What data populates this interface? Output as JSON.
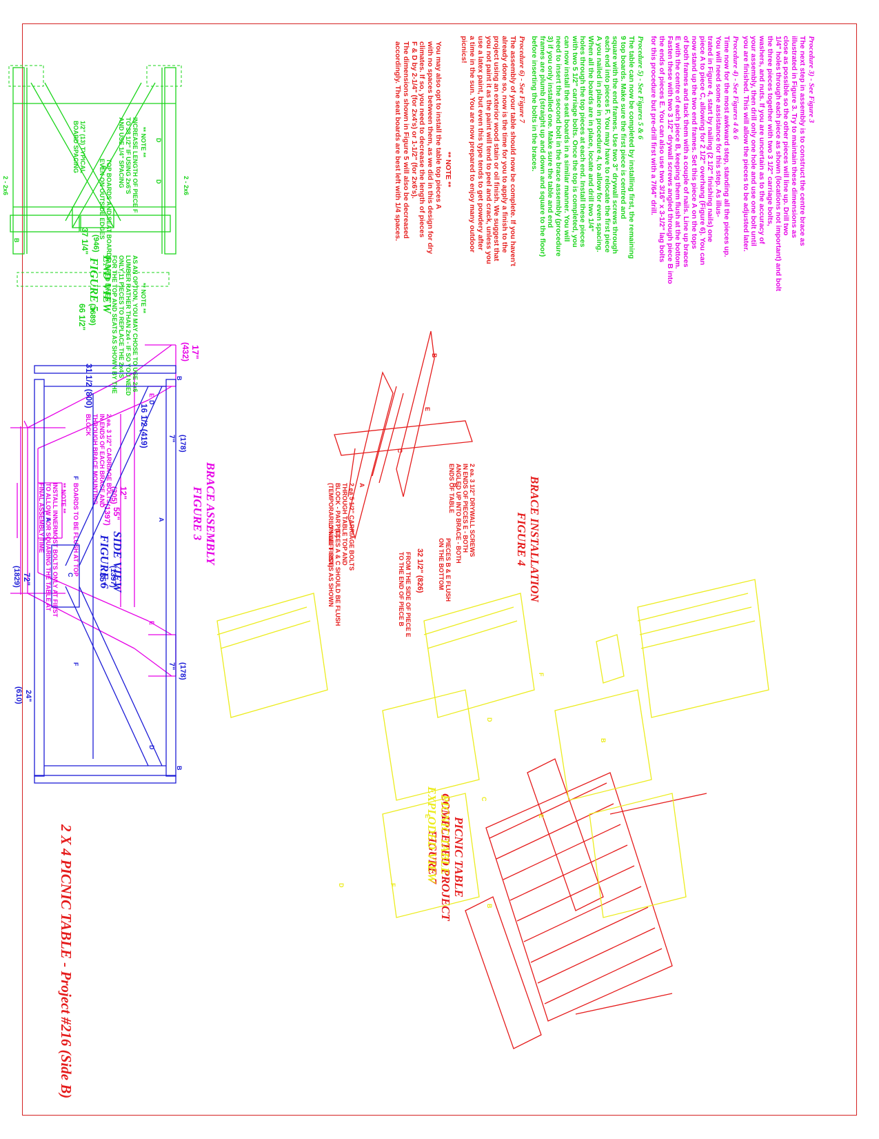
{
  "title": "2 X 4 PICNIC TABLE - Project #216 (Side B)",
  "colors": {
    "border": "#d42020",
    "magenta": "#e600e6",
    "green": "#19d419",
    "red": "#e51b1b",
    "blue": "#1b1bd6",
    "yellow": "#ecec1e"
  },
  "procedures": {
    "p3_head": "Procedure 3) - See Figure 3",
    "p3_text": "The next step in assembly is to construct the centre brace as\nillustrated in Figure 3. Try to maintain these dimensions as\nclose as possible so the other pieces will line up. Drill two\n1/4\" holes through each piece as shown (locations not important) and bolt\nthe three pieces together with two 3 1/2\" carriage bolts,\nwashers, and nuts. If you are uncertain as to the accuracy of\nyour assembly, then drill only one hole and use one bolt until\nyou are finished. This will allow the pieces to be adjusted later.",
    "p4_head": "Procedure 4) - See Figures 4 & 6",
    "p4_text": "Time now for the most awkward step, standing all the pieces up.\nYou will need some assistance for this step. As illus-\ntrated in Figure 4, start by nailing (2 1/2\" finishing nails) one\npiece A to piece C, allowing for 2 1/2\" overhang (Figure 6). You can\nnow stand up the two end frames. Set this piece A on the tops\nof both frames and tack them with a couple of nails. Line up braces\nE with the centre of each piece B, keeping them flush at the bottom.\nFasten these with two 3 1/2\" drywall screws angled through piece B into\nthe ends of pieces E. You can also use two 3/16\" x 3-1/2\" lag bolts\nfor this procedure but pre-drill first with a 7/64\" drill.",
    "p5_head": "Procedure 5) - See Figures 5 & 6",
    "p5_text": "The table can now be completed by installing first, the remaining\n9 top boards. Make sure the first piece is centred and\nsquare with the end frames. Use two 3\" drywall screws through\neach end into pieces F. You may have to relocate the first piece\nA you nailed in place in procedure 4, to allow for even spacing.\nWhen all the boards are in place, locate and drill two 1/4\"\nholes through the top pieces at each end. Install these pieces\nwith two 5 1/2\" carriage bolts. Once the top is completed, you\ncan now install the seat boards in a similar manner. You will\nneed to insert the second bolt in the brace assembly (procedure\n3) if you only installed one. Make sure the table and end\nframes are plumb (straight up and down and square to the floor)\nbefore inserting the bolts in the braces.",
    "p6_head": "Procedure 6) - See Figure 7",
    "p6_text": "The assembly of your table should now be complete. If you haven't\nalready done so, now is the time for you to apply a finish to the\nproject using an exterior wood stain or oil finish. We suggest that\nyou not paint it as the paint will tend to peel and crack, unless you\nuse a latex paint, but even this type tends to get powdery after\na time in the sun. You are now prepared to enjoy many outdoor\npicnics!",
    "note_head": "** NOTE **",
    "note_text": "You may also opt to install the table top pieces A\nwith no spaces between them, as we did in this design for dry\nclimates. If so, you need to decrease the length of pieces\nF & D by 2-1/4\" (for 2x4's) or 1-1/2\" (for 2x6's).\nThe dimensions shown in Figure 5 will also be decreased\naccordingly. The seat boards are best left with 1/4 spaces."
  },
  "fig3": {
    "label": "BRACE ASSEMBLY\nFIGURE 3",
    "dim_top": "17\"",
    "dim_top_mm": "(432)",
    "dim_mid": "12\"",
    "dim_mid_mm": "(305)",
    "dim_bottom": "55\"",
    "dim_bottom_mm": "(1397)",
    "callout_bolts": "2 ea. 3 1/2\" CARRIAGE BOLTS\nIN ENDS OF EACH BRACE AND\nTHROUGH BRACE MOUNTING\nBLOCK",
    "callout_flush": "BOARDS TO BE FLUSH AT TOP",
    "note_head": "** NOTE **",
    "note_text": "INSTALL INNERMOST BOLTS ONLY AT FIRST\nTO ALLOW FOR SQUARING THE TABLE AT\nFINAL ASSEMBLY TIME",
    "part_e1": "E",
    "part_e2": "E",
    "part_c": "C"
  },
  "fig4": {
    "label": "BRACE INSTALLATION\nFIGURE 4",
    "callout_carriage": "2 ea 5 1/2\" CARRIAGE BOLTS\nTHROUGH TABLE TOP AND\nBLOCK - PART (C)\n(TEMPORARILY NAIL FIRST)",
    "callout_drywall": "2 ea. 3 1/2\" DRYWALL SCREWS\nIN ENDS OF PIECES E - BOTH\nANGLED UP INTO BRACE - BOTH\nENDS OF TABLE",
    "callout_flushA": "PIECES A & C SHOULD BE FLUSH\nON LEFT SIDES AS SHOWN",
    "callout_flushB": "PIECES B & E FLUSH\nON THE BOTTOM",
    "dim": "32 1/2\" (826)",
    "dim_note": "FROM THE SIDE OF PIECE E\nTO THE END OF PIECE B",
    "part_b1": "B",
    "part_b2": "B",
    "part_e": "E",
    "part_c": "C",
    "part_a": "A"
  },
  "fig5": {
    "label": "END VIEW\nFIGURE 5",
    "note1_head": "** NOTE **",
    "note1_text": "INCREASE LENGTH OF PIECE F\nTO 38 1/2\" IF USING 2x6'S\nAND USE 1/4\" SPACING",
    "note2_head": "** NOTE **",
    "note2_text": "AS AN OPTION, YOU MAY CHOSE TO USE 2x6\nLUMBER RATHER THAN 2x4 - IF SO YOU NEED\nONLY 11 PIECES TO REPLACE THE 2x4'S\nFOR THE TOP AND SEATS AS SHOWN BY THE\nDASHED LINES",
    "dim_top": "37 1/4\"",
    "dim_top_mm": "(946)",
    "callout_top": "TOP BOARDS AND SEAT BOARDS\nEVEN ON OUTSIDE EDGES",
    "spacing": "1/2\" (13) TYPICAL\nBOARD SPACING",
    "dim_overall": "66 1/2\"",
    "dim_overall_mm": "(1689)",
    "pieces_l": "2 - 2x6",
    "pieces_r": "2 - 2x6",
    "part_b": "B",
    "part_d1": "D",
    "part_d2": "D",
    "part_f": "F"
  },
  "fig6": {
    "label": "SIDE VIEW\nFIGURE 6",
    "dim_a": "31 1/2 (800)",
    "dim_b": "16 1/2 (419)",
    "dim_c": "7\"",
    "dim_c_mm": "(178)",
    "dim_d": "7\"",
    "dim_d_mm": "(178)",
    "dim_len": "72\"",
    "dim_len_mm": "(1829)",
    "dim_inner": "55\"",
    "dim_inner_mm": "(1397)",
    "dim_over": "24\"",
    "dim_over_mm": "(610)",
    "part_a1": "A",
    "part_a2": "A",
    "part_c": "C",
    "part_d1": "D",
    "part_d2": "D",
    "part_f1": "F",
    "part_f2": "F",
    "part_b1": "B",
    "part_b2": "B"
  },
  "fig7": {
    "label": "PICNIC TABLE\nCOMPLETED PROJECT\nFIGURE 7"
  },
  "exploded": {
    "label": "PICNIC TABLE\nEXPLODED VIEW",
    "part_f1": "F",
    "part_d1": "D",
    "part_b1": "B",
    "part_e1": "E",
    "part_e2": "E",
    "part_c": "C",
    "part_b2": "B",
    "part_f2": "F",
    "part_d2": "D"
  }
}
